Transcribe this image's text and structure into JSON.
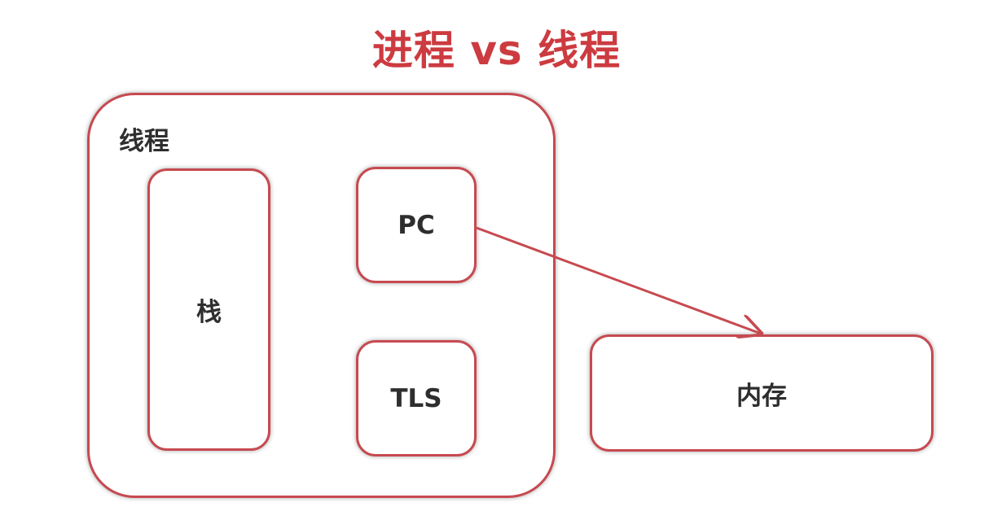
{
  "title": "进程 vs 线程",
  "thread": {
    "label": "线程",
    "stack_label": "栈",
    "pc_label": "PC",
    "tls_label": "TLS"
  },
  "memory": {
    "label": "内存"
  },
  "colors": {
    "accent": "#cc3b40",
    "border": "#c64a50",
    "text": "#2e2e2e",
    "background": "#ffffff"
  },
  "connections": [
    {
      "from": "PC",
      "to": "内存",
      "type": "arrow"
    }
  ]
}
